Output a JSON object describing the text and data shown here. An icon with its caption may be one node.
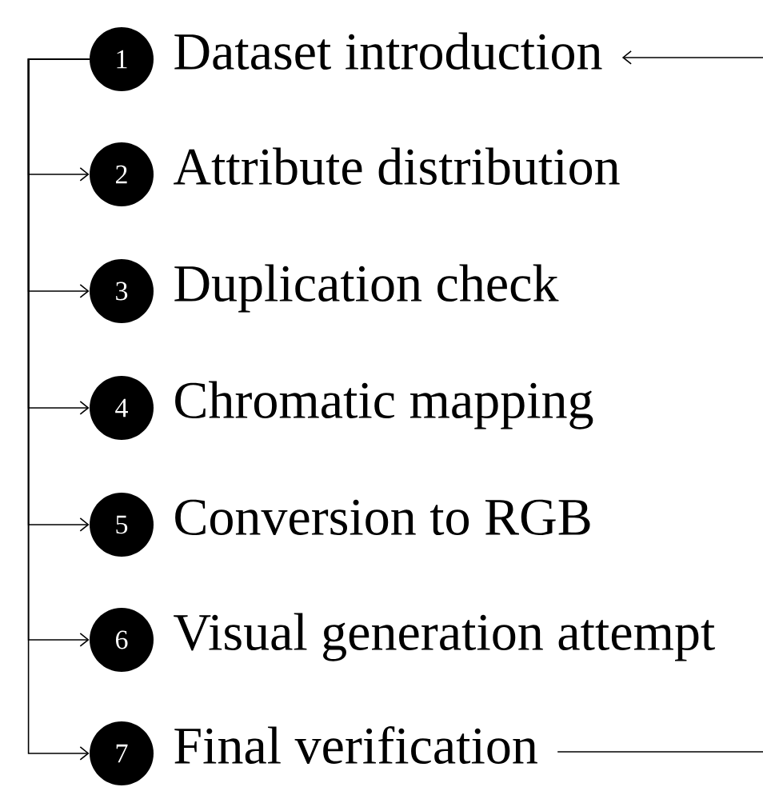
{
  "diagram": {
    "nodes": [
      {
        "text": [
          "1"
        ],
        "beside": [
          "Dataset introduction"
        ]
      },
      {
        "text": [
          "2"
        ],
        "beside": [
          "Attribute distribution"
        ]
      },
      {
        "text": [
          "3"
        ],
        "beside": [
          "Duplication check"
        ]
      },
      {
        "text": [
          "4"
        ],
        "beside": [
          "Chromatic mapping"
        ]
      },
      {
        "text": [
          "5"
        ],
        "beside": [
          "Conversion to RGB"
        ]
      },
      {
        "text": [
          "6"
        ],
        "beside": [
          "Visual generation attempt"
        ]
      },
      {
        "text": [
          "7"
        ],
        "beside": [
          "Final verification"
        ]
      }
    ],
    "edges": [
      {
        "from": 0,
        "to": 1,
        "arrow": "to"
      },
      {
        "from": 0,
        "to": 2,
        "arrow": "to"
      },
      {
        "from": 0,
        "to": 3,
        "arrow": "to"
      },
      {
        "from": 0,
        "to": 4,
        "arrow": "to"
      },
      {
        "from": 0,
        "to": 5,
        "arrow": "to"
      },
      {
        "from": 0,
        "to": 6,
        "arrow": "to"
      },
      {
        "from": null,
        "to": 0,
        "arrow": "to"
      },
      {
        "from": 6,
        "to": null,
        "arrow": "none"
      }
    ]
  }
}
